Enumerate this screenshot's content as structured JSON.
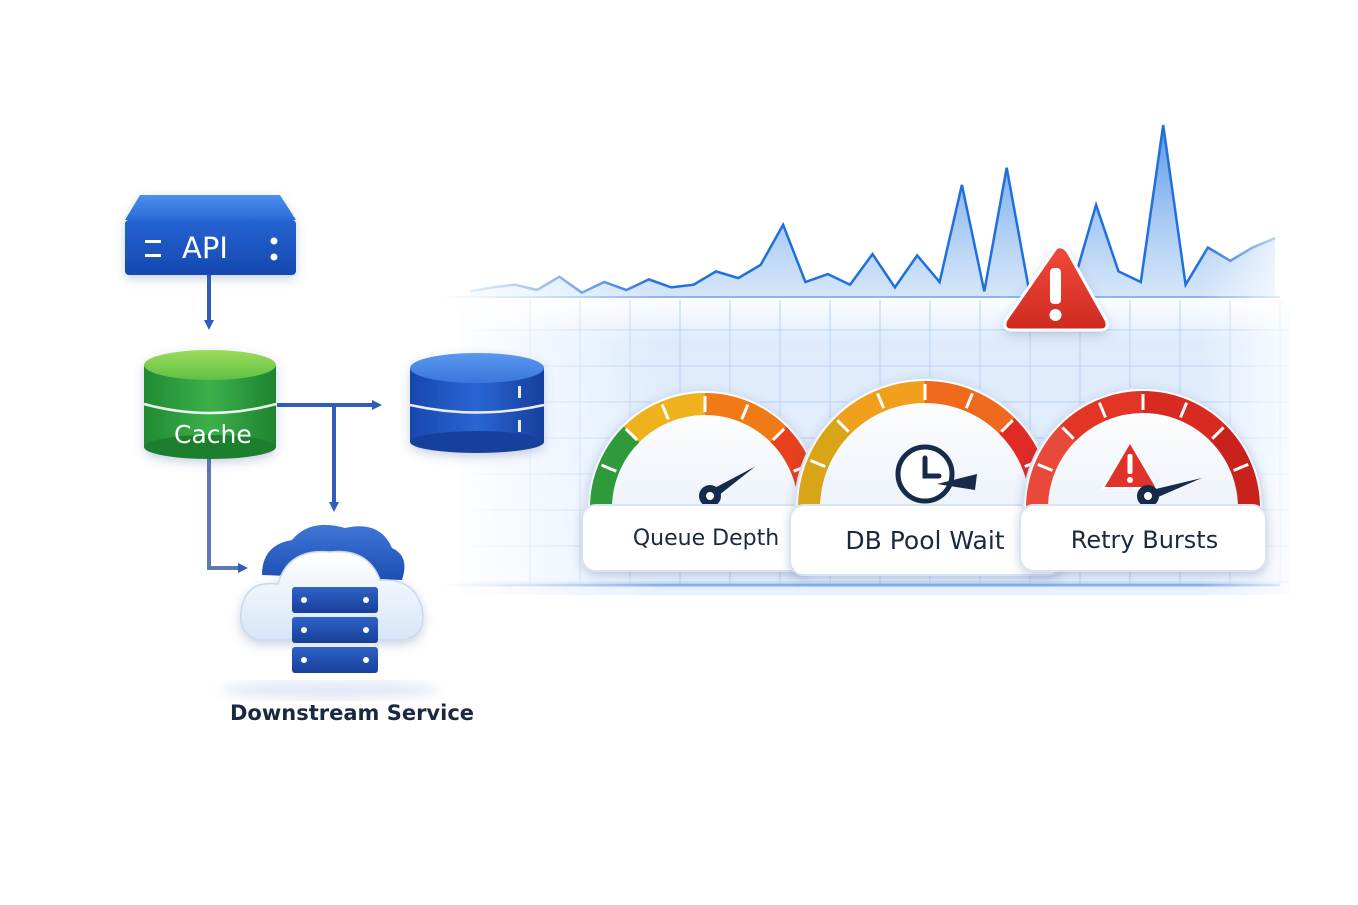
{
  "nodes": {
    "api": {
      "label": "API"
    },
    "cache": {
      "label": "Cache"
    },
    "database": {
      "label": ""
    },
    "downstream": {
      "label": "Downstream Service"
    }
  },
  "gauges": [
    {
      "label": "Queue Depth",
      "level": 0.78,
      "icon": "none"
    },
    {
      "label": "DB Pool Wait",
      "level": 0.86,
      "icon": "clock-icon"
    },
    {
      "label": "Retry Bursts",
      "level": 0.85,
      "icon": "warning-icon"
    }
  ],
  "chart_data": {
    "type": "line",
    "title": "",
    "xlabel": "",
    "ylabel": "",
    "grid": true,
    "series": [
      {
        "values": [
          0.05,
          0.08,
          0.1,
          0.06,
          0.16,
          0.04,
          0.12,
          0.06,
          0.14,
          0.08,
          0.1,
          0.2,
          0.15,
          0.25,
          0.55,
          0.12,
          0.18,
          0.1,
          0.33,
          0.08,
          0.32,
          0.12,
          0.85,
          0.05,
          0.98,
          0.06,
          0.3,
          0.12,
          0.7,
          0.2,
          0.12,
          1.3,
          0.1,
          0.38,
          0.28,
          0.38,
          0.45
        ]
      }
    ],
    "annotations": [
      {
        "icon": "warning-icon",
        "color": "#e0332b"
      }
    ]
  },
  "colors": {
    "api": "#1f5fd0",
    "cache": "#2e9a3a",
    "database": "#1d56c4",
    "series": "#1f6fdc",
    "warning": "#e0332b"
  }
}
